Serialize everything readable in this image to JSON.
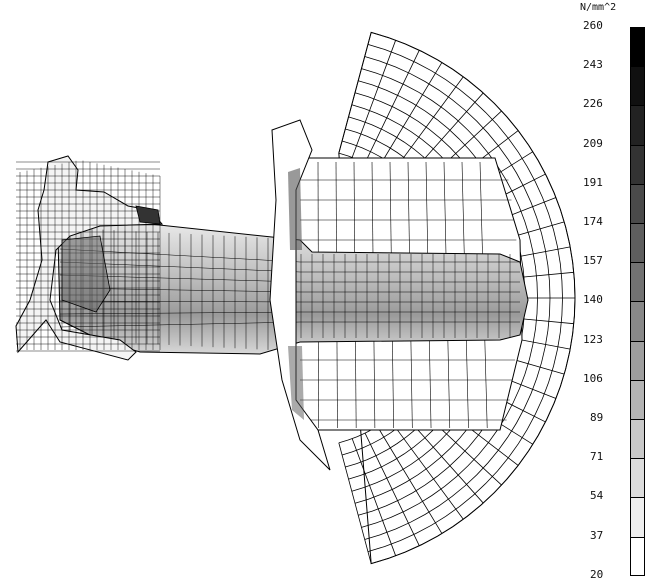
{
  "legend": {
    "unit": "N/mm^2",
    "ticks": [
      "260",
      "243",
      "226",
      "209",
      "191",
      "174",
      "157",
      "140",
      "123",
      "106",
      "89",
      "71",
      "54",
      "37",
      "20"
    ],
    "shades": [
      "#000000",
      "#101010",
      "#222222",
      "#333333",
      "#4a4a4a",
      "#5e5e5e",
      "#727272",
      "#888888",
      "#9e9e9e",
      "#b3b3b3",
      "#c8c8c8",
      "#dcdcdc",
      "#eeeeee",
      "#ffffff"
    ]
  },
  "colors": {
    "mesh_line": "#000000",
    "background": "#ffffff"
  }
}
